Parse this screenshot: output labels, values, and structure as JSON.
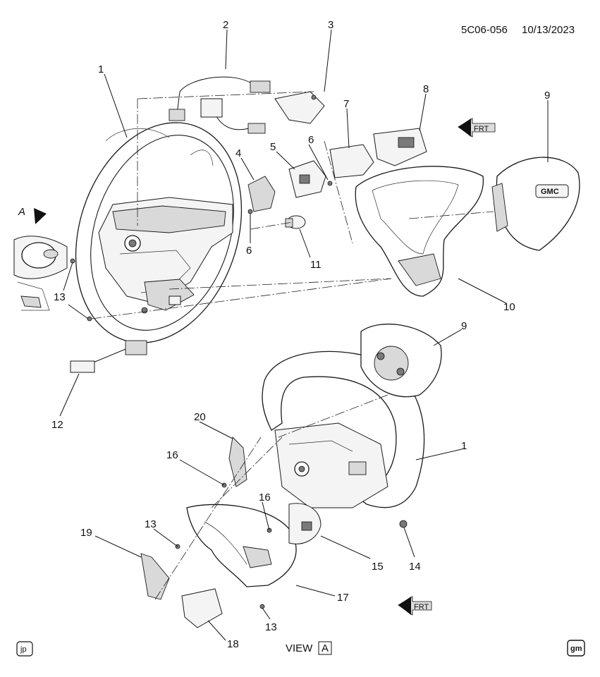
{
  "header": {
    "figure_code": "5C06-056",
    "date": "10/13/2023"
  },
  "view_marker": "A",
  "view_label": {
    "prefix": "VIEW",
    "letter": "A"
  },
  "frt_label": "FRT",
  "badges": {
    "left": "jp",
    "right": "gm"
  },
  "emblem_text": "GMC",
  "callouts": {
    "c1_top": "1",
    "c2": "2",
    "c3": "3",
    "c4": "4",
    "c5": "5",
    "c6_top": "6",
    "c6_mid": "6",
    "c7": "7",
    "c8": "8",
    "c9_top": "9",
    "c9_bottom": "9",
    "c10": "10",
    "c11": "11",
    "c12": "12",
    "c13_top": "13",
    "c13_mid": "13",
    "c13_bottom": "13",
    "c14": "14",
    "c15": "15",
    "c16_top": "16",
    "c16_bottom": "16",
    "c17": "17",
    "c18": "18",
    "c19": "19",
    "c20": "20",
    "c1_bottom": "1"
  }
}
